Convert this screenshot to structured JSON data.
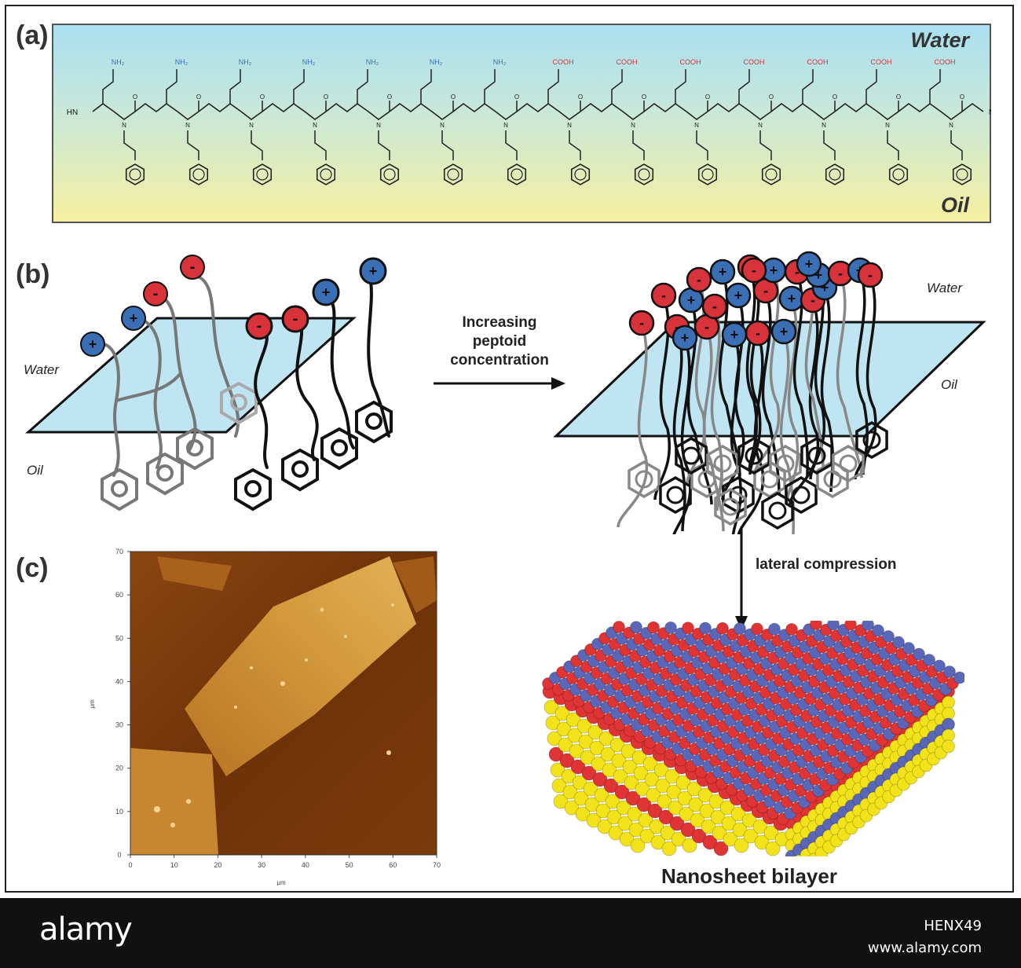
{
  "panels": {
    "a": {
      "label": "(a)",
      "water": "Water",
      "oil": "Oil"
    },
    "b": {
      "label": "(b)",
      "water_left": "Water",
      "oil_left": "Oil",
      "water_right": "Water",
      "oil_right": "Oil",
      "arrow_text": [
        "Increasing",
        "peptoid",
        "concentration"
      ]
    },
    "c": {
      "label": "(c)",
      "lateral": "lateral compression",
      "nanosheet": "Nanosheet bilayer",
      "afm": {
        "xticks": [
          "0",
          "10",
          "20",
          "30",
          "40",
          "50",
          "60",
          "70"
        ],
        "yticks": [
          "0",
          "10",
          "20",
          "30",
          "40",
          "50",
          "60",
          "70"
        ],
        "xunit": "μm",
        "yunit": "μm"
      }
    }
  },
  "chem": {
    "amine": "NH₂",
    "acid": "COOH",
    "hn": "HN",
    "end": "NH₂",
    "n": "N",
    "o": "O"
  },
  "charges": {
    "plus": "+",
    "minus": "-"
  },
  "footer": {
    "brand": "alamy",
    "image_id": "HENX49",
    "url": "www.alamy.com"
  },
  "colors": {
    "water_blue": "#a9dff0",
    "oil_yellow": "#f6f0a0",
    "cation": "#3a6fb5",
    "anion": "#d8323a",
    "nanosheet_red": "#e03434",
    "nanosheet_blue": "#5a66b8",
    "nanosheet_yellow": "#f2e21a"
  }
}
